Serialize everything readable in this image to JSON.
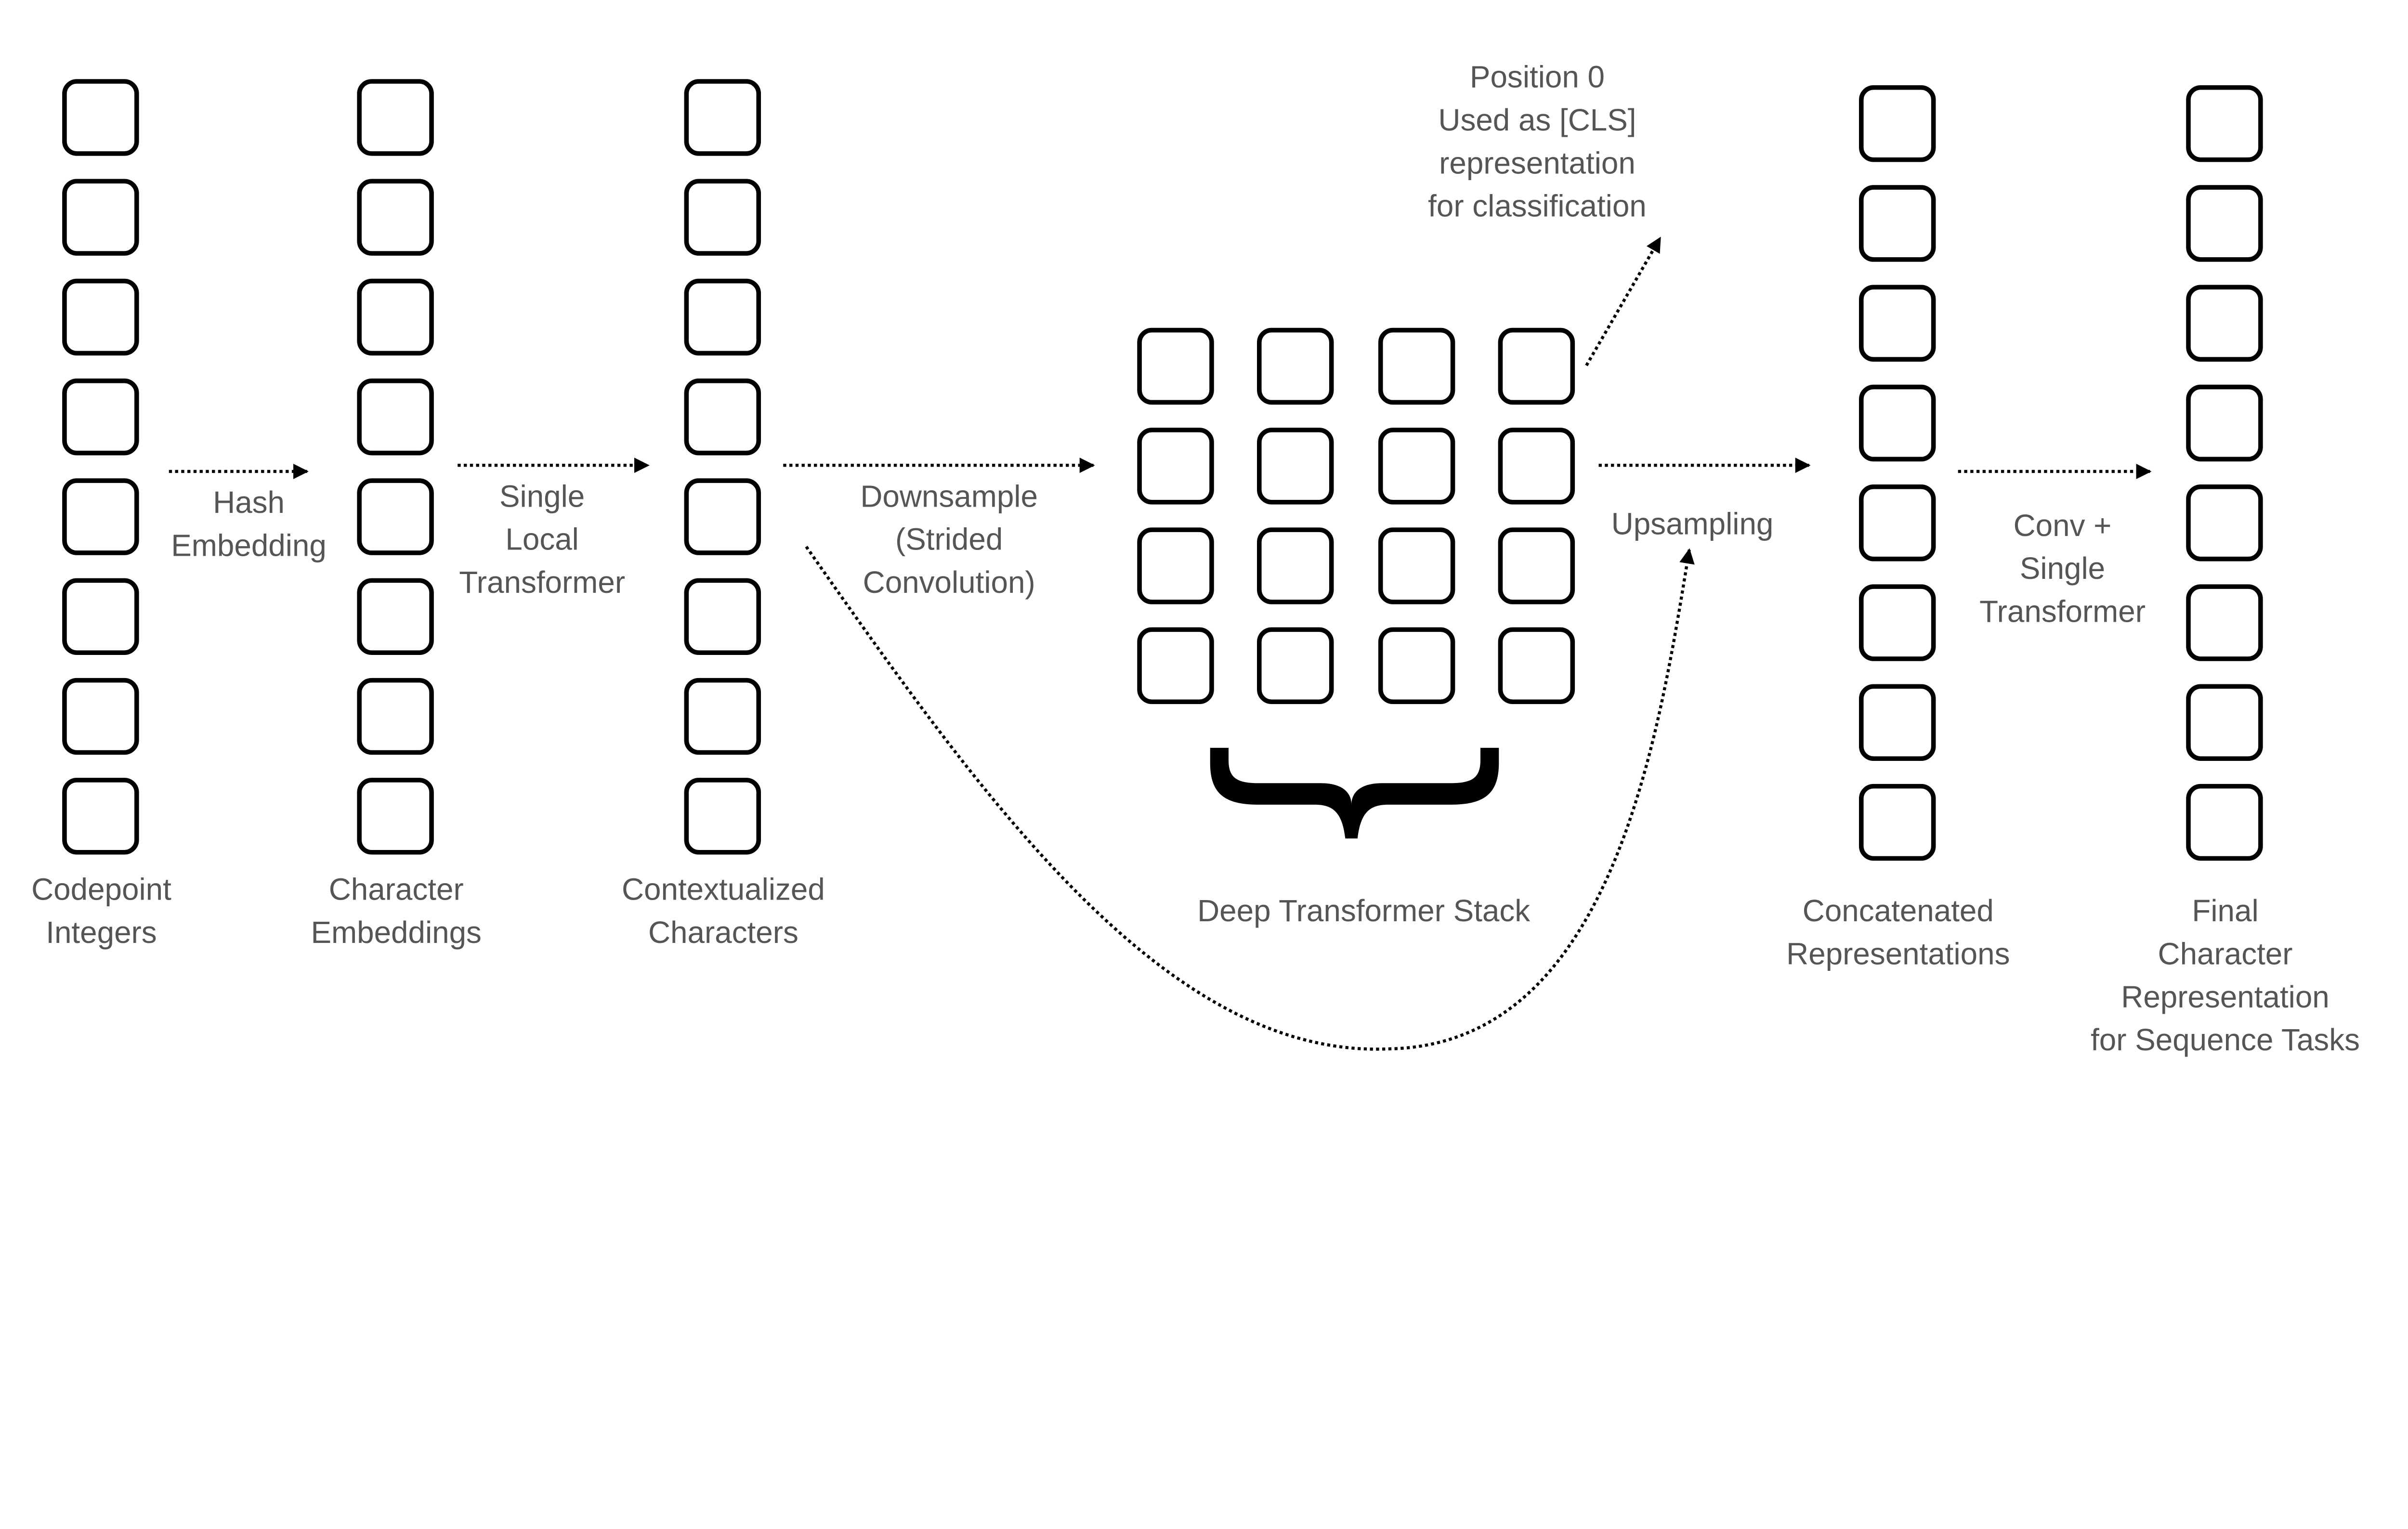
{
  "columns": {
    "codepoint": [
      "Codepoint",
      "Integers"
    ],
    "char_emb": [
      "Character",
      "Embeddings"
    ],
    "contextual": [
      "Contextualized",
      "Characters"
    ],
    "concat": [
      "Concatenated",
      "Representations"
    ],
    "final": [
      "Final",
      "Character",
      "Representation",
      "for Sequence Tasks"
    ]
  },
  "edges": {
    "hash": [
      "Hash",
      "Embedding"
    ],
    "local": [
      "Single",
      "Local",
      "Transformer"
    ],
    "down": [
      "Downsample",
      "(Strided",
      "Convolution)"
    ],
    "up": [
      "Upsampling"
    ],
    "conv": [
      "Conv +",
      "Single",
      "Transformer"
    ]
  },
  "cls": [
    "Position 0",
    "Used as [CLS]",
    "representation",
    "for classification"
  ],
  "stack": "Deep Transformer Stack"
}
